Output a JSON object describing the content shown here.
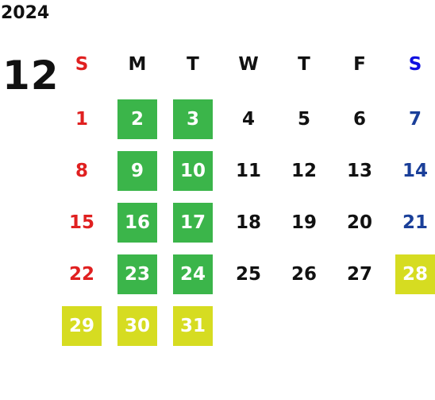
{
  "calendar": {
    "year": "2024",
    "month": "12",
    "weekdays": [
      "S",
      "M",
      "T",
      "W",
      "T",
      "F",
      "S"
    ],
    "weekday_colors": [
      "#e02020",
      "#111111",
      "#111111",
      "#111111",
      "#111111",
      "#111111",
      "#1010e0"
    ],
    "colors": {
      "sunday": "#e02020",
      "saturday": "#1a3f99",
      "weekday": "#111111",
      "highlight_green": "#3bb54a",
      "highlight_yellow": "#d6dc21",
      "highlight_text": "#ffffff"
    },
    "start_weekday": 0,
    "days": [
      {
        "n": "1",
        "hl": ""
      },
      {
        "n": "2",
        "hl": "green"
      },
      {
        "n": "3",
        "hl": "green"
      },
      {
        "n": "4",
        "hl": ""
      },
      {
        "n": "5",
        "hl": ""
      },
      {
        "n": "6",
        "hl": ""
      },
      {
        "n": "7",
        "hl": ""
      },
      {
        "n": "8",
        "hl": ""
      },
      {
        "n": "9",
        "hl": "green"
      },
      {
        "n": "10",
        "hl": "green"
      },
      {
        "n": "11",
        "hl": ""
      },
      {
        "n": "12",
        "hl": ""
      },
      {
        "n": "13",
        "hl": ""
      },
      {
        "n": "14",
        "hl": ""
      },
      {
        "n": "15",
        "hl": ""
      },
      {
        "n": "16",
        "hl": "green"
      },
      {
        "n": "17",
        "hl": "green"
      },
      {
        "n": "18",
        "hl": ""
      },
      {
        "n": "19",
        "hl": ""
      },
      {
        "n": "20",
        "hl": ""
      },
      {
        "n": "21",
        "hl": ""
      },
      {
        "n": "22",
        "hl": ""
      },
      {
        "n": "23",
        "hl": "green"
      },
      {
        "n": "24",
        "hl": "green"
      },
      {
        "n": "25",
        "hl": ""
      },
      {
        "n": "26",
        "hl": ""
      },
      {
        "n": "27",
        "hl": ""
      },
      {
        "n": "28",
        "hl": "yellow"
      },
      {
        "n": "29",
        "hl": "yellow"
      },
      {
        "n": "30",
        "hl": "yellow"
      },
      {
        "n": "31",
        "hl": "yellow"
      }
    ]
  }
}
